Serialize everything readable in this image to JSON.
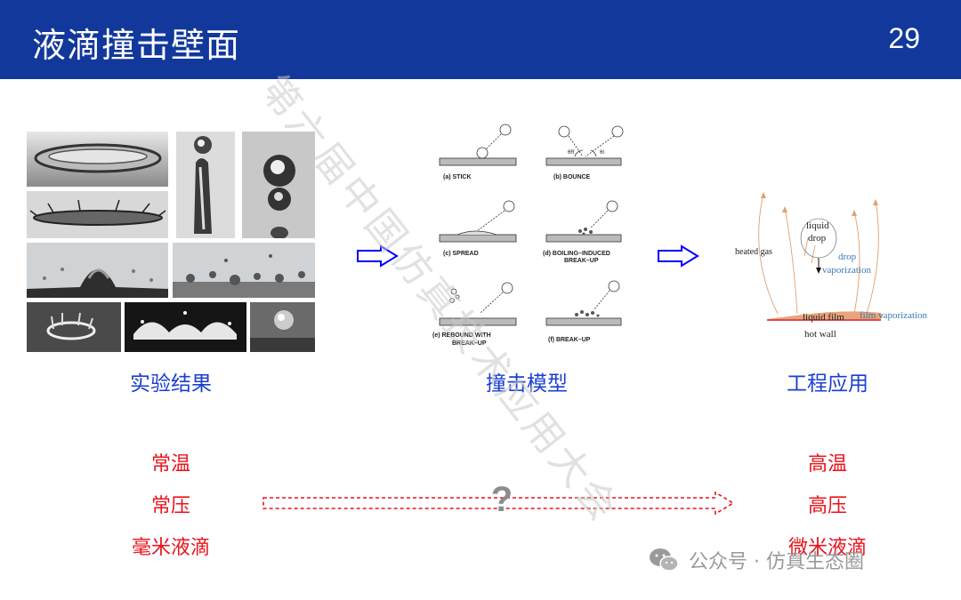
{
  "header": {
    "title": "液滴撞击壁面",
    "page_number": "29"
  },
  "captions": {
    "experiment": "实验结果",
    "model": "撞击模型",
    "application": "工程应用"
  },
  "conditions": {
    "left": [
      "常温",
      "常压",
      "毫米液滴"
    ],
    "right": [
      "高温",
      "高压",
      "微米液滴"
    ],
    "question": "?"
  },
  "impact_models": {
    "a": "(a)  STICK",
    "b": "(b)   BOUNCE",
    "c": "(c)   SPREAD",
    "d1": "(d)  BOILING–INDUCED",
    "d2": "BREAK–UP",
    "e1": "(e)  REBOUND WITH",
    "e2": "BREAK–UP",
    "f": "(f)    BREAK–UP",
    "theta_r": "θR",
    "theta_i": "θI"
  },
  "application": {
    "drop1": "liquid",
    "drop2": "drop",
    "heated_gas": "heated gas",
    "drop_vap1": "drop",
    "drop_vap2": "vaporization",
    "liquid_film": "liquid film",
    "film_vap": "film vaporization",
    "hot_wall": "hot wall"
  },
  "watermark": "第六届中国仿真技术应用大会",
  "footer": {
    "wechat": "公众号 · 仿真生态圈"
  },
  "colors": {
    "header": "#11389a",
    "caption": "#1a3fd0",
    "condition": "#e8141c",
    "arrow": "#0000ff"
  }
}
